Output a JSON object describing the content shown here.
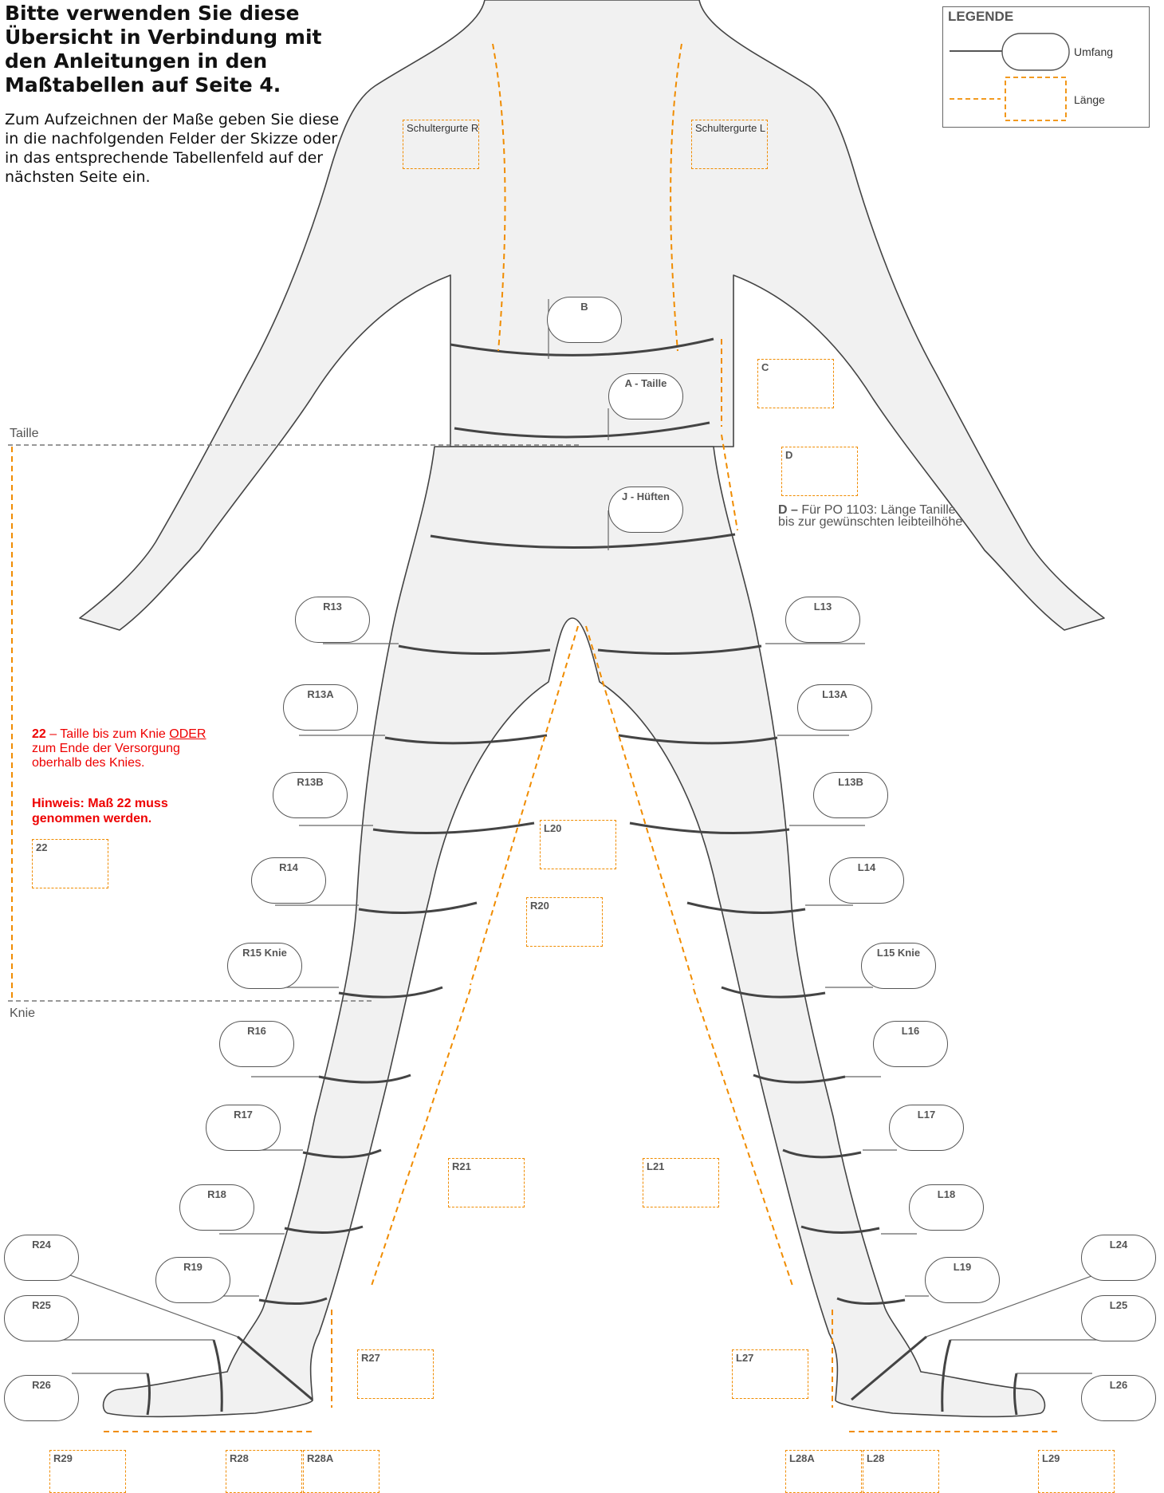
{
  "header": {
    "title": "Bitte verwenden Sie diese Übersicht in Verbindung mit den Anleitungen in den Maßtabellen auf Seite 4.",
    "intro": "Zum Aufzeichnen der Maße geben Sie diese in die nachfolgenden Felder der Skizze oder in das entsprechende Tabellenfeld auf der nächsten Seite ein."
  },
  "legend": {
    "title": "LEGENDE",
    "circumference": "Umfang",
    "length": "Länge"
  },
  "reference_lines": {
    "waist": "Taille",
    "knee": "Knie"
  },
  "notes": {
    "m22_num": "22",
    "m22_dash": " – Taille bis zum Knie ",
    "m22_oder": "ODER",
    "m22_rest": " zum Ende der Versorgung oberhalb des Knies.",
    "m22_hint": "Hinweis: Maß 22 muss genommen werden.",
    "d_bold": "D – ",
    "d_text": "Für PO 1103: Länge Tanille bis zur gewünschten leibteilhöhe"
  },
  "circumference_fields": [
    {
      "label": "B"
    },
    {
      "label": "A - Taille"
    },
    {
      "label": "J - Hüften"
    },
    {
      "label": "R13"
    },
    {
      "label": "R13A"
    },
    {
      "label": "R13B"
    },
    {
      "label": "R14"
    },
    {
      "label": "R15 Knie"
    },
    {
      "label": "R16"
    },
    {
      "label": "R17"
    },
    {
      "label": "R18"
    },
    {
      "label": "R19"
    },
    {
      "label": "R24"
    },
    {
      "label": "R25"
    },
    {
      "label": "R26"
    },
    {
      "label": "L13"
    },
    {
      "label": "L13A"
    },
    {
      "label": "L13B"
    },
    {
      "label": "L14"
    },
    {
      "label": "L15 Knie"
    },
    {
      "label": "L16"
    },
    {
      "label": "L17"
    },
    {
      "label": "L18"
    },
    {
      "label": "L19"
    },
    {
      "label": "L24"
    },
    {
      "label": "L25"
    },
    {
      "label": "L26"
    }
  ],
  "length_fields": [
    {
      "label": "Schultergurte R"
    },
    {
      "label": "Schultergurte L"
    },
    {
      "label": "C"
    },
    {
      "label": "D"
    },
    {
      "label": "22"
    },
    {
      "label": "L20"
    },
    {
      "label": "R20"
    },
    {
      "label": "R21"
    },
    {
      "label": "L21"
    },
    {
      "label": "R27"
    },
    {
      "label": "L27"
    },
    {
      "label": "R29"
    },
    {
      "label": "R28"
    },
    {
      "label": "R28A"
    },
    {
      "label": "L28A"
    },
    {
      "label": "L28"
    },
    {
      "label": "L29"
    }
  ]
}
